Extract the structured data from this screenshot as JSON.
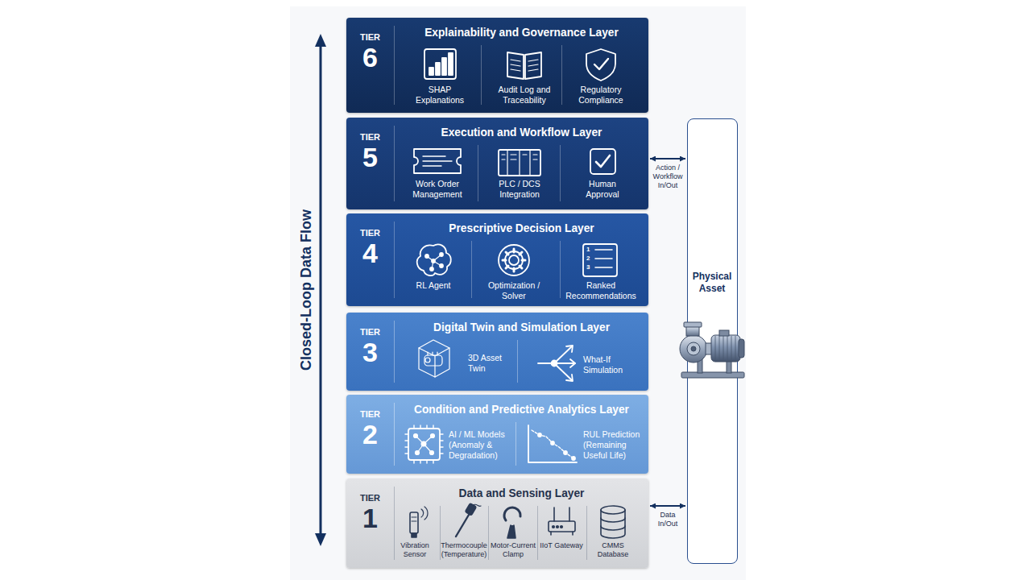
{
  "diagram": {
    "nodes": [
      {
        "text": [
          "TIER",
          "6",
          "Explainability and Governance Layer"
        ]
      },
      {
        "text": [
          "TIER",
          "5",
          "Execution and Workflow Layer"
        ]
      },
      {
        "text": [
          "TIER",
          "4",
          "Prescriptive Decision Layer"
        ]
      },
      {
        "text": [
          "TIER",
          "3",
          "Digital Twin and Simulation Layer"
        ]
      },
      {
        "text": [
          "TIER",
          "2",
          "Condition and Predictive Analytics Layer"
        ]
      },
      {
        "text": [
          "TIER",
          "1",
          "Data and Sensing Layer"
        ]
      },
      {
        "text": [
          "Physical Asset"
        ]
      }
    ],
    "edges": [
      {
        "from": 1,
        "to": 6,
        "arrow": "both",
        "label": "Action / Workflow In/Out"
      },
      {
        "from": 5,
        "to": 6,
        "arrow": "both",
        "label": "Data In/Out"
      }
    ],
    "labels": [
      "Closed-Loop Data Flow",
      "SHAP Explanations",
      "Audit Log and Traceability",
      "Regulatory Compliance",
      "Work Order Management",
      "PLC / DCS Integration",
      "Human Approval",
      "RL Agent",
      "Optimization / Solver",
      "Ranked Recommendations",
      "3D Asset Twin",
      "What-If Simulation",
      "AI / ML Models (Anomaly & Degradation)",
      "RUL Prediction (Remaining Useful Life)",
      "Vibration Sensor",
      "Thermocouple (Temperature)",
      "Motor-Current Clamp",
      "IIoT Gateway",
      "CMMS Database",
      "1",
      "2",
      "3"
    ]
  }
}
